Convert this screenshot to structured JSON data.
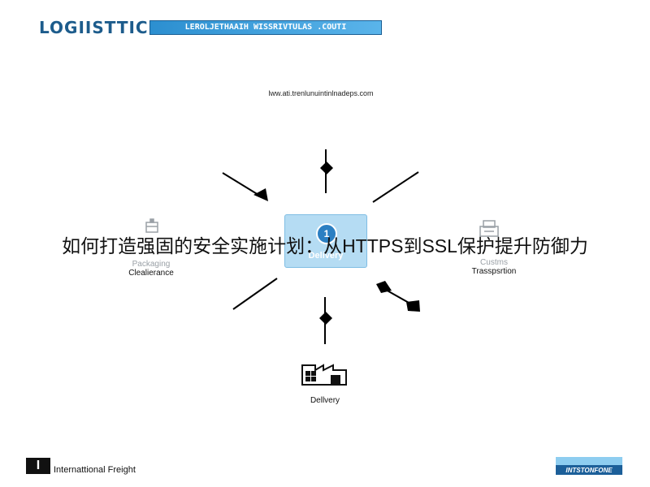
{
  "header": {
    "logo_text": "LOGIISTTIC",
    "banner_text": "LEROLJETHAAIH WISSRIVTULAS .COUTI"
  },
  "url_text": "lww.ati.trenlunuintinlnadeps.com",
  "diagram": {
    "center_step": "1",
    "center_label": "Delivery",
    "left_node": {
      "line1": "Packaging",
      "line2": "Clealierance",
      "icon": "package-icon"
    },
    "right_node": {
      "line1": "Custms",
      "line2": "Trasspsrtion",
      "icon": "printer-icon"
    },
    "bottom_node": {
      "label": "Dellvery",
      "icon": "factory-icon"
    }
  },
  "overlay_text": "如何打造强固的安全实施计划：从HTTPS到SSL保护提升防御力",
  "footer": {
    "logo_glyph": "I",
    "text": "Internattional Freight",
    "brand_text": "INTSTONFONE"
  },
  "colors": {
    "logo": "#1d5c8c",
    "banner": "#2c8fd0",
    "center_box": "#b5dcf3",
    "step_circle": "#2b7fc2"
  }
}
